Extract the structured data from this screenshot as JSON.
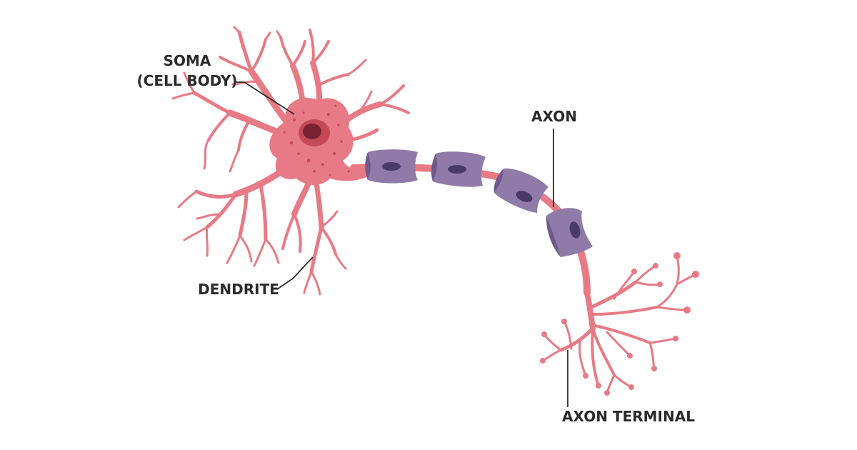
{
  "labels": {
    "soma": "SOMA",
    "soma_sub": "(CELL BODY)",
    "axon": "AXON",
    "dendrite": "DENDRITE",
    "axon_terminal": "AXON TERMINAL"
  },
  "colors": {
    "background": "#ffffff",
    "cell": "#e87a85",
    "cell_dark": "#d85f6c",
    "nucleus": "#c44a58",
    "nucleolus": "#7a2230",
    "speckle": "#c9485a",
    "myelin": "#8f7aa8",
    "myelin_dark": "#6f5a8c",
    "myelin_core": "#4a3a66",
    "label": "#2b2b2b"
  }
}
